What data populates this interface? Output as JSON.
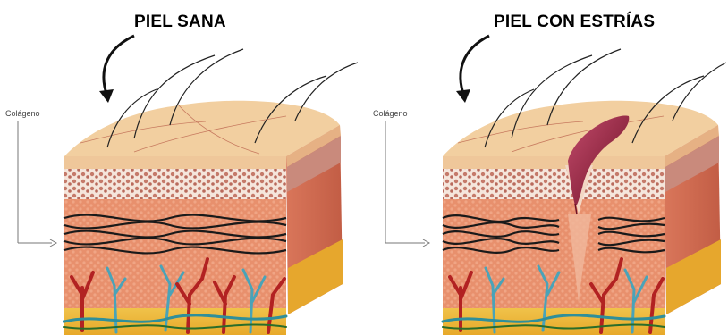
{
  "panels": [
    {
      "title": "PIEL SANA",
      "collagen_label": "Colágeno"
    },
    {
      "title": "PIEL CON ESTRÍAS",
      "collagen_label": "Colágeno"
    }
  ],
  "colors": {
    "epidermis_top": "#f2cfa0",
    "epidermis_side": "#e9b98a",
    "dermis": "#e58a68",
    "dermis_dark": "#c4674d",
    "fat": "#f3c73a",
    "collagen": "#1a1a1a",
    "artery": "#b22222",
    "vein": "#4aa3b8",
    "stretch_mark": "#8e1f3a"
  }
}
